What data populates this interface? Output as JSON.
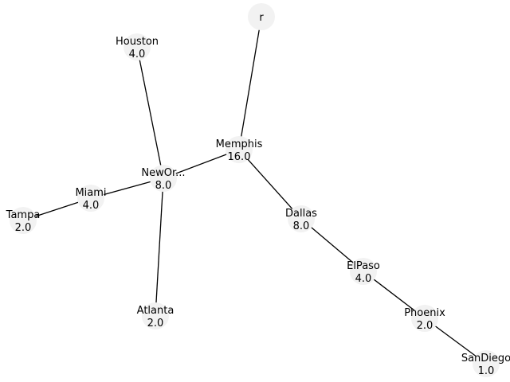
{
  "colors": {
    "node_fill": "#f2f2f2",
    "edge": "#000000",
    "background": "#ffffff"
  },
  "nodes": [
    {
      "id": "r",
      "name": "r",
      "value": ""
    },
    {
      "id": "memphis",
      "name": "Memphis",
      "value": "16.0"
    },
    {
      "id": "houston",
      "name": "Houston",
      "value": "4.0"
    },
    {
      "id": "neworleans",
      "name": "NewOr...",
      "value": "8.0"
    },
    {
      "id": "miami",
      "name": "Miami",
      "value": "4.0"
    },
    {
      "id": "tampa",
      "name": "Tampa",
      "value": "2.0"
    },
    {
      "id": "atlanta",
      "name": "Atlanta",
      "value": "2.0"
    },
    {
      "id": "dallas",
      "name": "Dallas",
      "value": "8.0"
    },
    {
      "id": "elpaso",
      "name": "ElPaso",
      "value": "4.0"
    },
    {
      "id": "phoenix",
      "name": "Phoenix",
      "value": "2.0"
    },
    {
      "id": "sandiego",
      "name": "SanDiego",
      "value": "1.0"
    }
  ],
  "edges": [
    [
      "r",
      "memphis"
    ],
    [
      "memphis",
      "neworleans"
    ],
    [
      "memphis",
      "dallas"
    ],
    [
      "houston",
      "neworleans"
    ],
    [
      "neworleans",
      "miami"
    ],
    [
      "neworleans",
      "atlanta"
    ],
    [
      "miami",
      "tampa"
    ],
    [
      "dallas",
      "elpaso"
    ],
    [
      "elpaso",
      "phoenix"
    ],
    [
      "phoenix",
      "sandiego"
    ]
  ]
}
